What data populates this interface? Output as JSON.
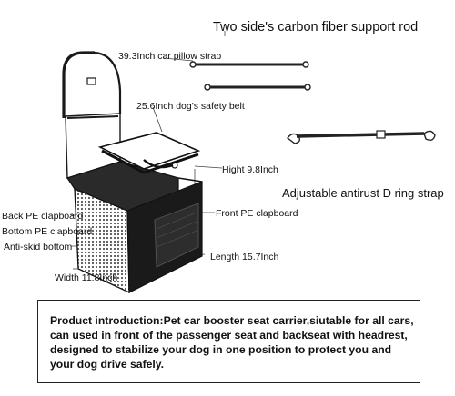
{
  "labels": {
    "support_rod": "Two side's carbon fiber support rod",
    "pillow_strap": "39.3Inch car pillow strap",
    "safety_belt": "25.6Inch dog's safety belt",
    "height": "Hight 9.8Inch",
    "d_ring_strap": "Adjustable antirust D ring strap",
    "front_pe": "Front PE clapboard",
    "back_pe": "Back PE clapboard",
    "bottom_pe": "Bottom PE clapboard",
    "anti_skid": "Anti-skid bottom",
    "length": "Length 15.7Inch",
    "width": "Width 11.8Inch"
  },
  "intro": "Product introduction:Pet car booster seat carrier,siutable for all cars, can used in front of the passenger seat and backseat with headrest, designed to stabilize your dog in one position to protect you and your dog drive safely.",
  "colors": {
    "line": "#222222",
    "fabric_dark": "#1a1a1a",
    "mesh": "#6a6a6a"
  }
}
